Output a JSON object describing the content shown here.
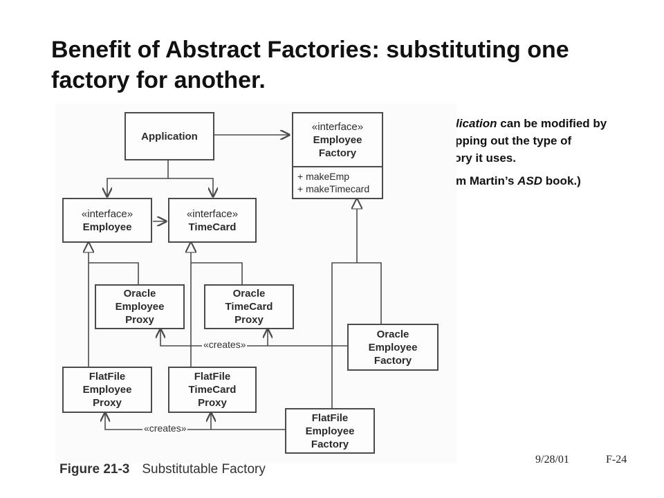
{
  "title": "Benefit of Abstract Factories: substituting one factory for another.",
  "note": {
    "p1_em": "Application",
    "p1_rest": " can be modified by swapping out the type of factory it uses.",
    "p2_a": "(From Martin’s ",
    "p2_em": "ASD",
    "p2_b": " book.)"
  },
  "boxes": {
    "application": {
      "name": "Application"
    },
    "employee_factory": {
      "stereotype": "«interface»",
      "line1": "Employee",
      "line2": "Factory",
      "op1": "+ makeEmp",
      "op2": "+ makeTimecard"
    },
    "employee": {
      "stereotype": "«interface»",
      "name": "Employee"
    },
    "timecard": {
      "stereotype": "«interface»",
      "name": "TimeCard"
    },
    "oracle_employee_proxy": {
      "line1": "Oracle",
      "line2": "Employee",
      "line3": "Proxy"
    },
    "oracle_timecard_proxy": {
      "line1": "Oracle",
      "line2": "TimeCard",
      "line3": "Proxy"
    },
    "oracle_employee_factory": {
      "line1": "Oracle",
      "line2": "Employee",
      "line3": "Factory"
    },
    "flatfile_employee_proxy": {
      "line1": "FlatFile",
      "line2": "Employee",
      "line3": "Proxy"
    },
    "flatfile_timecard_proxy": {
      "line1": "FlatFile",
      "line2": "TimeCard",
      "line3": "Proxy"
    },
    "flatfile_employee_factory": {
      "line1": "FlatFile",
      "line2": "Employee",
      "line3": "Factory"
    }
  },
  "creates_label": "«creates»",
  "figure": {
    "number": "Figure 21-3",
    "caption": "Substitutable Factory"
  },
  "footer": {
    "date": "9/28/01",
    "page": "F-24"
  },
  "colors": {
    "line": "#4a4a4a",
    "text": "#2b2b2b"
  }
}
